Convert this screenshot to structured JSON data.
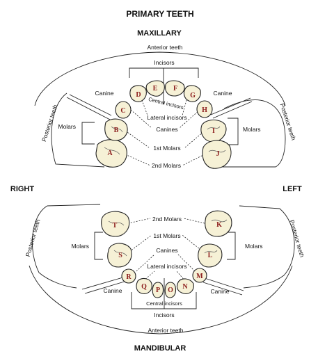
{
  "title": "PRIMARY TEETH",
  "maxillary": {
    "heading": "MAXILLARY",
    "anterior_teeth": "Anterior teeth",
    "incisors": "Incisors",
    "central_incisors": "Central incisors",
    "lateral_incisors": "Lateral incisors",
    "canines": "Canines",
    "first_molars": "1st Molars",
    "second_molars": "2nd Molars",
    "canine_left": "Canine",
    "canine_right": "Canine",
    "molars_left": "Molars",
    "molars_right": "Molars",
    "posterior_left": "Posterior teeth",
    "posterior_right": "Posterior teeth",
    "teeth": [
      "A",
      "B",
      "C",
      "D",
      "E",
      "F",
      "G",
      "H",
      "I",
      "J"
    ]
  },
  "side_labels": {
    "right": "RIGHT",
    "left": "LEFT"
  },
  "mandibular": {
    "heading": "MANDIBULAR",
    "anterior_teeth": "Anterior teeth",
    "incisors": "Incisors",
    "central_incisors": "Central incisors",
    "lateral_incisors": "Lateral incisors",
    "canines": "Canines",
    "first_molars": "1st Molars",
    "second_molars": "2nd Molars",
    "canine_left": "Canine",
    "canine_right": "Canine",
    "molars_left": "Molars",
    "molars_right": "Molars",
    "posterior_left": "Posterior teeth",
    "posterior_right": "Posterior teeth",
    "teeth": [
      "T",
      "S",
      "R",
      "Q",
      "P",
      "O",
      "N",
      "M",
      "L",
      "K"
    ]
  },
  "colors": {
    "tooth_fill": "#f6f1d6",
    "tooth_letter": "#8b1a1a",
    "line": "#222222"
  }
}
